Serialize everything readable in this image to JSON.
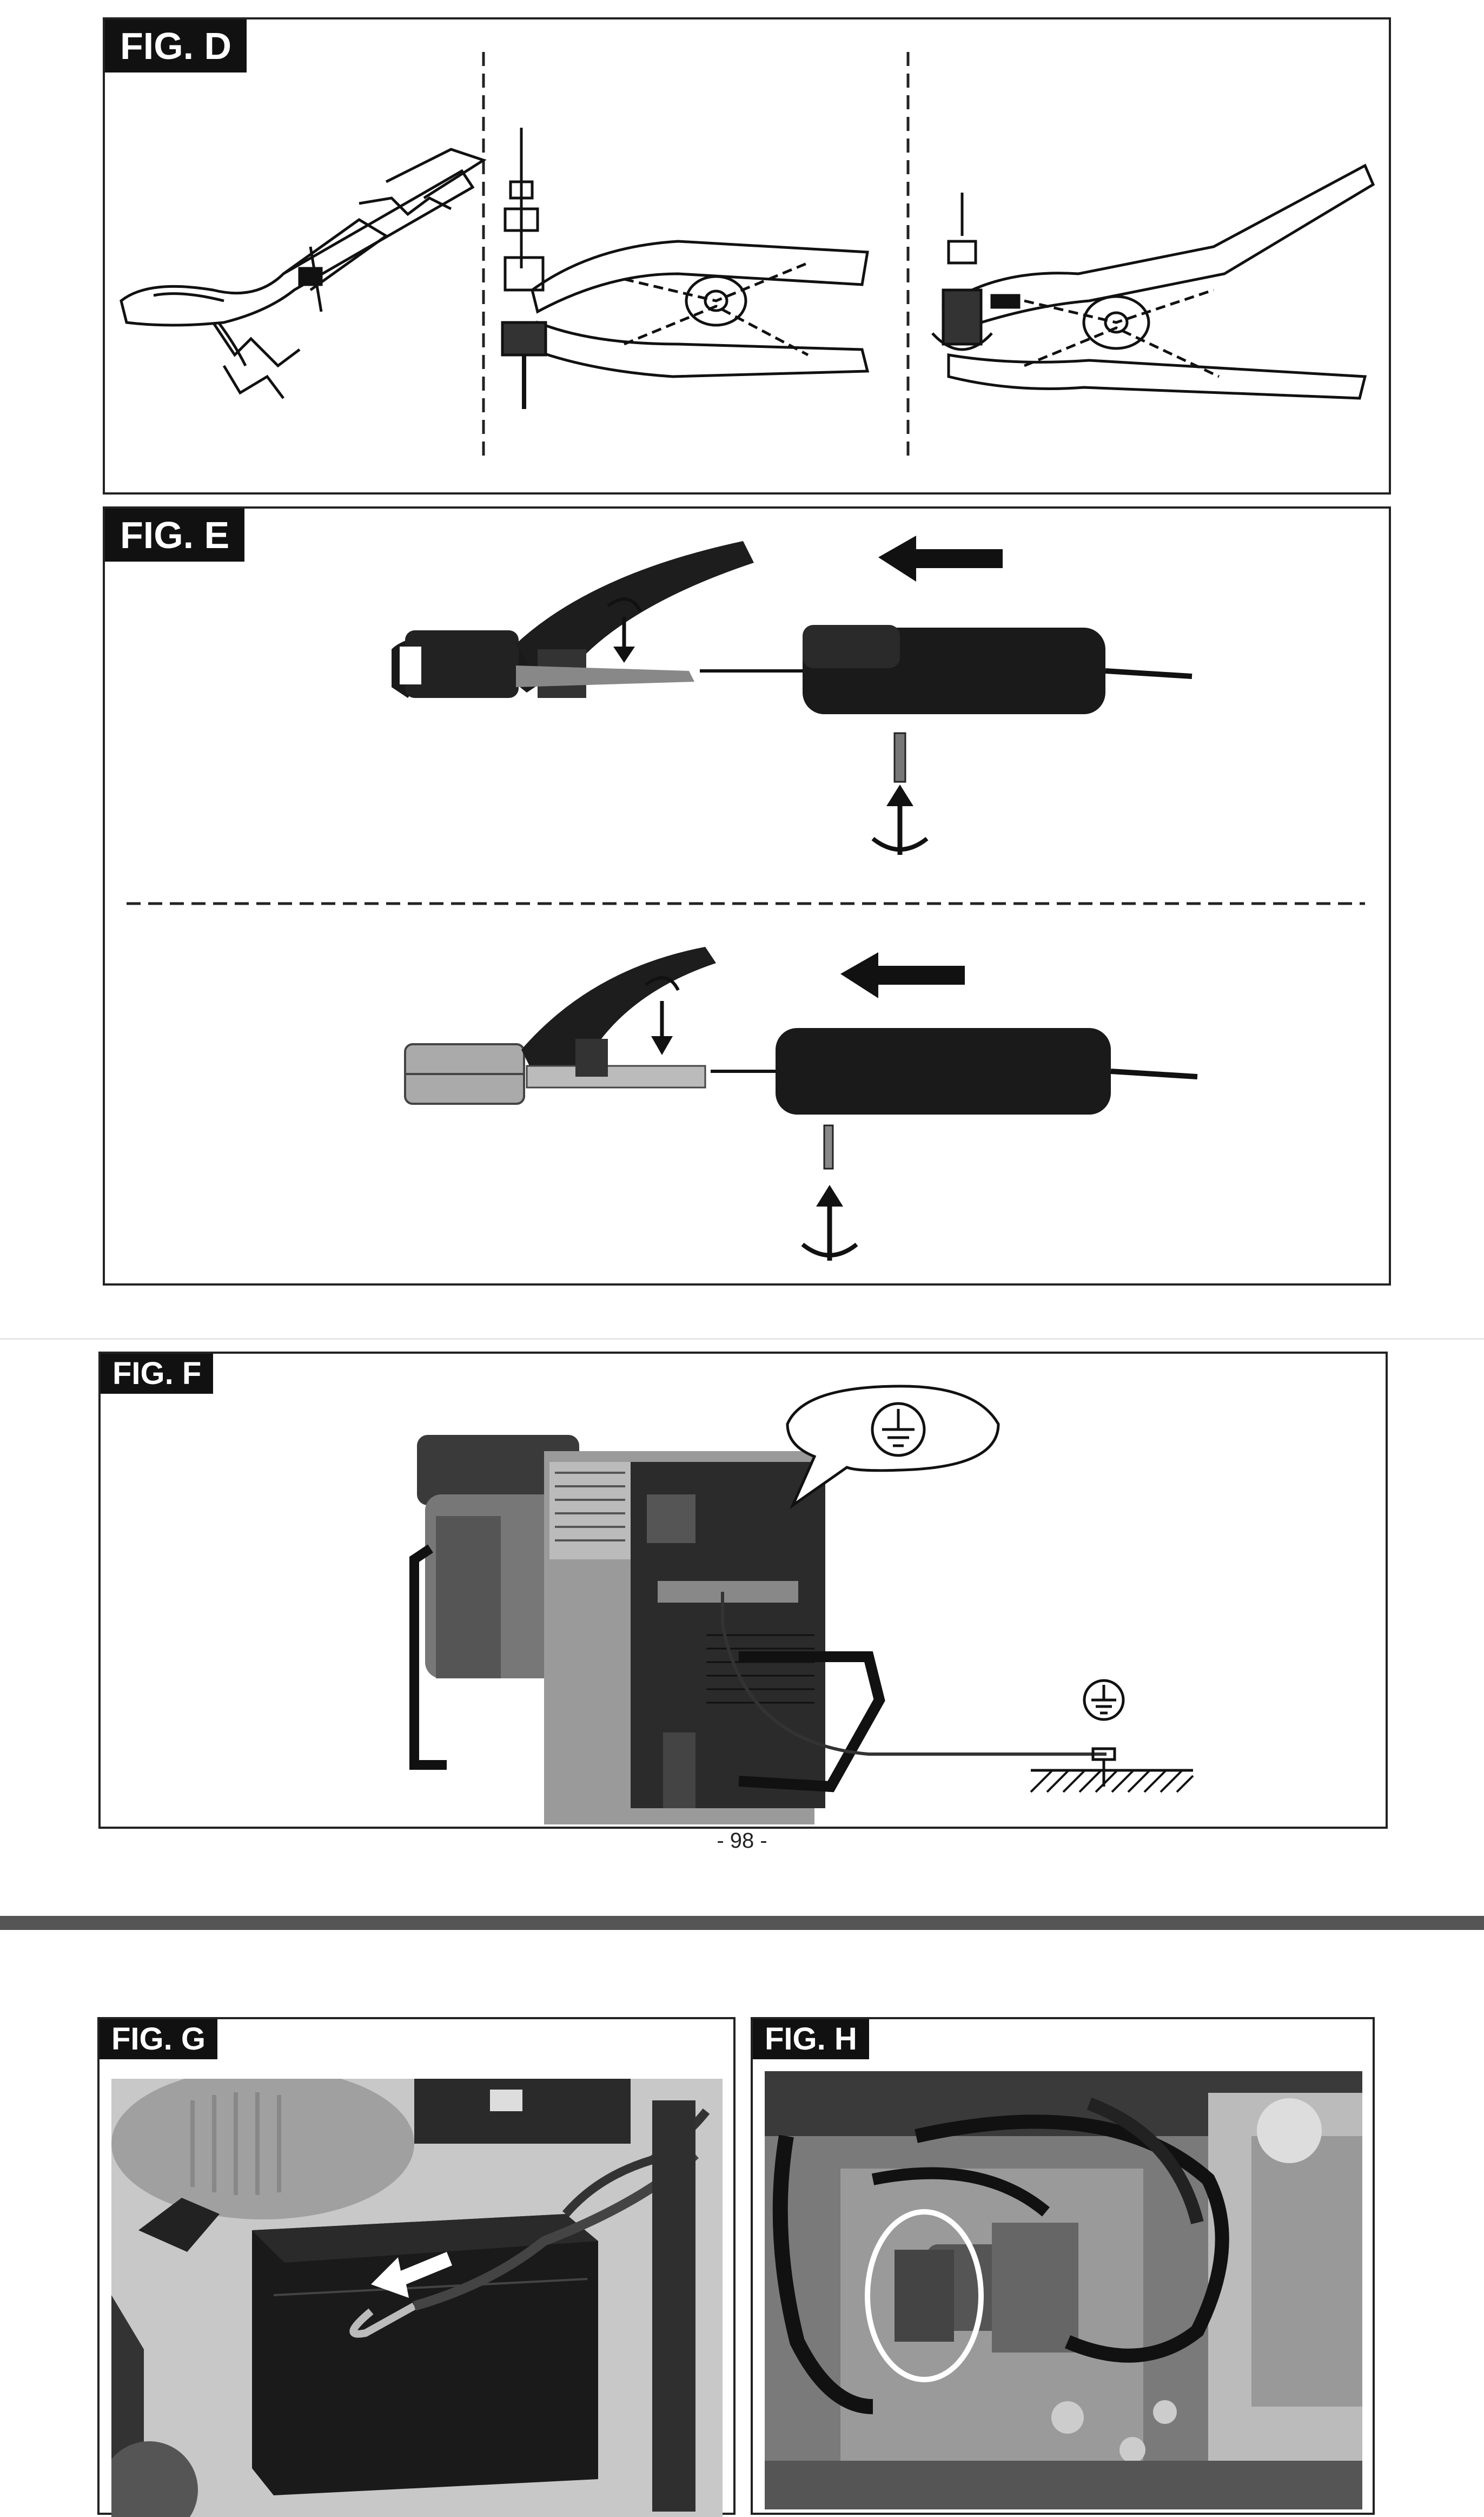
{
  "figures": {
    "d": {
      "label": "FIG. D"
    },
    "e": {
      "label": "FIG. E"
    },
    "f": {
      "label": "FIG. F"
    },
    "g": {
      "label": "FIG. G"
    },
    "h": {
      "label": "FIG. H"
    }
  },
  "page_number": "- 98 -",
  "icons": {
    "ground": "ground-symbol-icon",
    "arrow": "arrow-left-icon",
    "rotate": "rotate-arrow-icon"
  },
  "colors": {
    "frame": "#222222",
    "label_bg": "#111111",
    "label_text": "#ffffff",
    "divider": "#555555"
  }
}
